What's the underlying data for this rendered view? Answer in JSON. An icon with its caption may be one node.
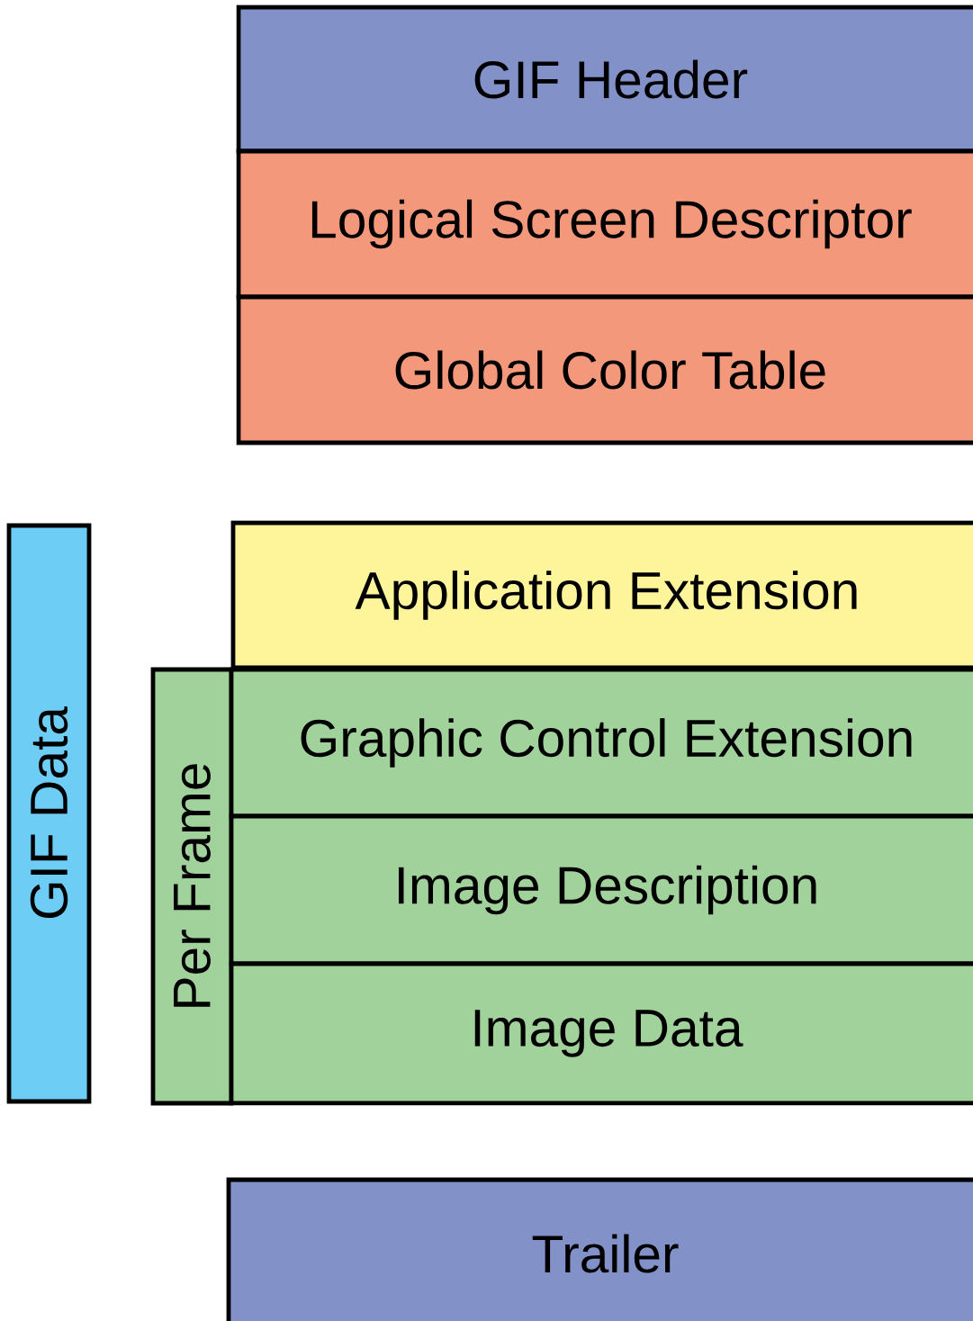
{
  "diagram": {
    "nodes": [
      {
        "text": [
          "GIF Header"
        ]
      },
      {
        "text": [
          "Logical Screen Descriptor"
        ]
      },
      {
        "text": [
          "Global Color Table"
        ]
      },
      {
        "text": [
          "GIF Data"
        ]
      },
      {
        "text": [
          "Application Extension"
        ]
      },
      {
        "text": [
          "Per Frame"
        ]
      },
      {
        "text": [
          "Graphic Control Extension"
        ]
      },
      {
        "text": [
          "Image Description"
        ]
      },
      {
        "text": [
          "Image Data"
        ]
      },
      {
        "text": [
          "Trailer"
        ]
      }
    ]
  }
}
